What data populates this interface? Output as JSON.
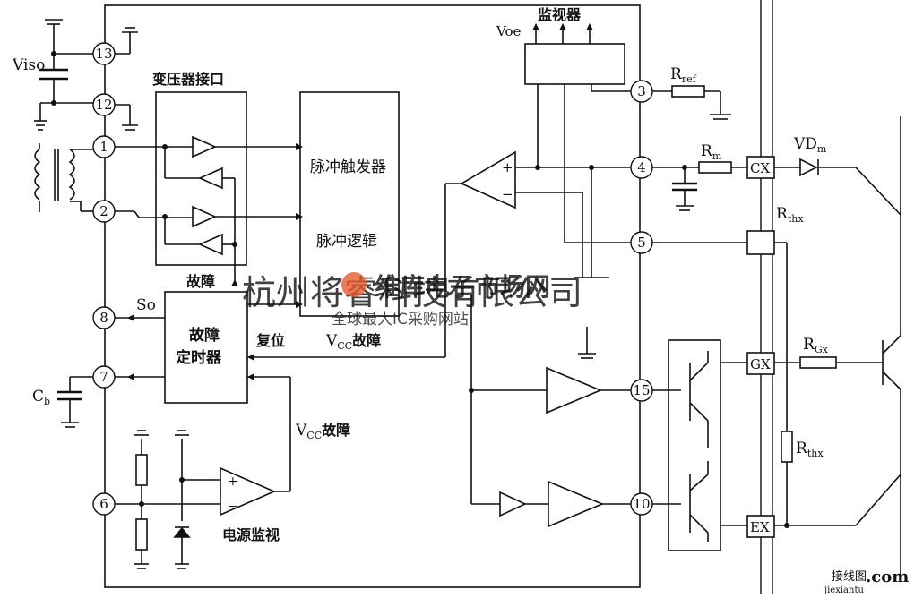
{
  "diagram": {
    "labels": {
      "viso": "Viso",
      "transformer_interface": "变压器接口",
      "pulse_trigger": "脉冲触发器",
      "pulse_logic": "脉冲逻辑",
      "fault_upper": "故障",
      "fault_timer_line1": "故障",
      "fault_timer_line2": "定时器",
      "so": "So",
      "reset": "复位",
      "vcc_fault_mid": "V",
      "vcc_fault_mid_sub": "CC",
      "vcc_fault_mid_tail": "故障",
      "vcc_fault_low": "V",
      "vcc_fault_low_sub": "CC",
      "vcc_fault_low_tail": "故障",
      "power_monitor": "电源监视",
      "monitor": "监视器",
      "voe": "Voe",
      "cb": "C",
      "cb_sub": "b",
      "rref": "R",
      "rref_sub": "ref",
      "rm": "R",
      "rm_sub": "m",
      "vdm": "VD",
      "vdm_sub": "m",
      "rthx_top": "R",
      "rthx_top_sub": "thx",
      "rthx_bot": "R",
      "rthx_bot_sub": "thx",
      "rgx": "R",
      "rgx_sub": "Gx",
      "cx": "CX",
      "gx": "GX",
      "ex": "EX",
      "plus": "+",
      "minus": "−"
    },
    "pins": [
      "13",
      "12",
      "1",
      "2",
      "8",
      "7",
      "6",
      "3",
      "4",
      "5",
      "15",
      "10"
    ],
    "watermark": {
      "company": "杭州将睿科技有限公司",
      "brand": "维库电子市场网",
      "slogan": "全球最大IC采购网站",
      "url_cn": "接线图",
      "url_tld": ".com",
      "url_en": "jiexiantu"
    }
  }
}
